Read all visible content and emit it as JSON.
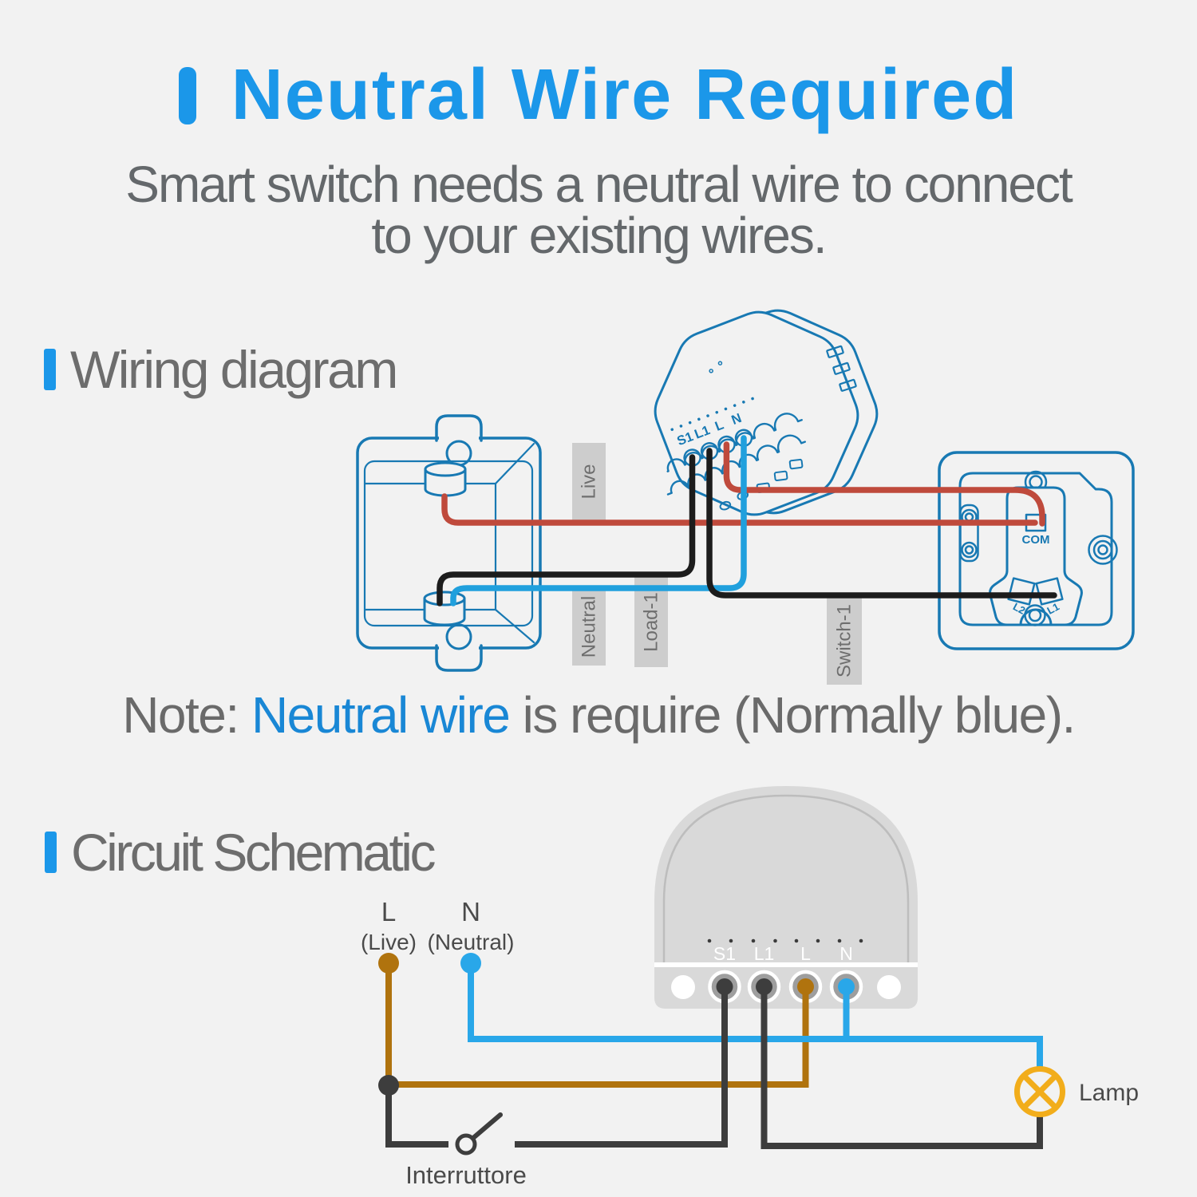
{
  "page": {
    "title": "Neutral Wire Required",
    "subtitle_line1": "Smart switch needs a neutral wire to connect",
    "subtitle_line2": "to your existing wires.",
    "note": {
      "prefix": "Note: ",
      "highlight": "Neutral wire",
      "suffix": " is require (Normally blue)."
    }
  },
  "sections": {
    "wiring_heading": "Wiring diagram",
    "schematic_heading": "Circuit Schematic"
  },
  "wiring_diagram": {
    "wire_tags": {
      "live": "Live",
      "neutral": "Neutral",
      "load1": "Load-1",
      "switch1": "Switch-1"
    },
    "module_terminals": {
      "s1": "S1",
      "l1": "L1",
      "l": "L",
      "n": "N"
    },
    "wall_switch_terminals": {
      "com": "COM",
      "l2": "L2",
      "l1": "L1"
    }
  },
  "circuit_schematic": {
    "supply": {
      "live_symbol": "L",
      "live_name": "(Live)",
      "neutral_symbol": "N",
      "neutral_name": "(Neutral)"
    },
    "module_terminals": {
      "s1": "S1",
      "l1": "L1",
      "l": "L",
      "n": "N"
    },
    "switch_label": "Interruttore",
    "lamp_label": "Lamp"
  },
  "colors": {
    "background": "#f2f2f2",
    "accent_blue": "#1b97e9",
    "note_blue": "#1987d5",
    "heading_gray": "#6d6d6d",
    "body_gray": "#64686b",
    "diagram_outline_blue": "#1879b3",
    "wire_red": "#bf4a3c",
    "wire_black": "#1c1c1c",
    "wire_blue": "#20a0dd",
    "schematic_brown": "#b0730e",
    "schematic_blue": "#29a7e9",
    "schematic_dark": "#3d3d3d",
    "lamp_yellow": "#f2ad1b",
    "label_box_gray": "#cdcdcd",
    "module_gray": "#d9d9d9"
  }
}
